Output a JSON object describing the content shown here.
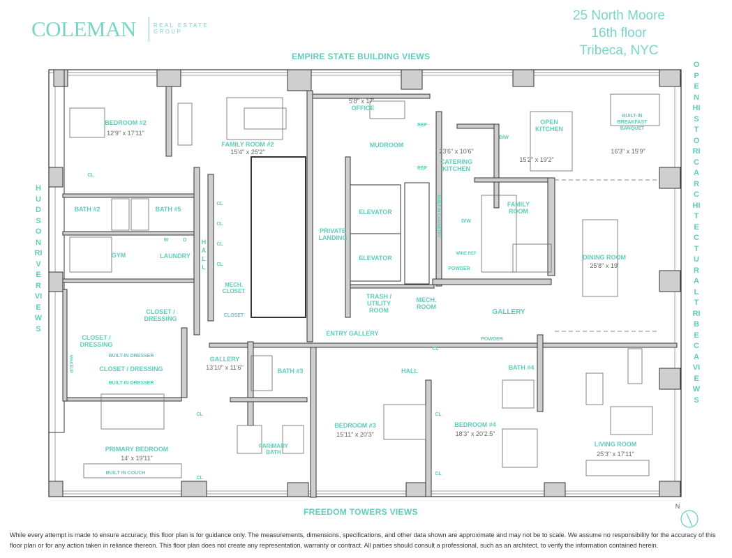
{
  "brand": {
    "name": "COLEMAN",
    "sub_line1": "REAL ESTATE",
    "sub_line2": "GROUP"
  },
  "address": {
    "line1": "25 North Moore",
    "line2": "16th floor",
    "line3": "Tribeca, NYC"
  },
  "views": {
    "top": "EMPIRE STATE BUILDING VIEWS",
    "bottom": "FREEDOM TOWERS VIEWS",
    "left": "HUDSON RIVER VIEWS",
    "right": "OPEN HISTORIC ARCHITECTURAL TRIBECA VIEWS"
  },
  "compass": "N",
  "rooms": {
    "bedroom2": {
      "name": "BEDROOM #2",
      "dims": "12'9\" x 17'11\""
    },
    "family_room2": {
      "name": "FAMILY ROOM #2",
      "dims": "15'4\" x 25'2\""
    },
    "office": {
      "name": "OFFICE",
      "dims": "5'8\" x 17'"
    },
    "mudroom": {
      "name": "MUDROOM"
    },
    "catering_kitchen": {
      "name1": "CATERING",
      "name2": "KITCHEN",
      "dims": "23'6\" x 10'6\""
    },
    "open_kitchen": {
      "name1": "OPEN",
      "name2": "KITCHEN",
      "dims": "15'2\" x 19'2\""
    },
    "banquet": {
      "name1": "BUILT-IN",
      "name2": "BREAKFAST",
      "name3": "BANQUET",
      "dims": "16'3\" x 15'9\""
    },
    "bath2": {
      "name": "BATH #2"
    },
    "bath5": {
      "name": "BATH #5"
    },
    "gym": {
      "name": "GYM"
    },
    "laundry": {
      "name": "LAUNDRY"
    },
    "hall_vertical": {
      "name": "HALL"
    },
    "mech_closet": {
      "name1": "MECH.",
      "name2": "CLOSET"
    },
    "closet": {
      "name": "CLOSET"
    },
    "private_landing": {
      "name1": "PRIVATE",
      "name2": "LANDING"
    },
    "elevator1": {
      "name": "ELEVATOR"
    },
    "elevator2": {
      "name": "ELEVATOR"
    },
    "trash": {
      "name1": "TRASH /",
      "name2": "UTILITY",
      "name3": "ROOM"
    },
    "mech_room": {
      "name1": "MECH.",
      "name2": "ROOM"
    },
    "family_room": {
      "name1": "FAMILY",
      "name2": "ROOM"
    },
    "powder1": {
      "name": "POWDER"
    },
    "dining_room": {
      "name": "DINING ROOM",
      "dims": "25'8\" x 19'"
    },
    "gallery_east": {
      "name": "GALLERY"
    },
    "closet_dressing1": {
      "name1": "CLOSET /",
      "name2": "DRESSING"
    },
    "closet_dressing2": {
      "name1": "CLOSET /",
      "name2": "DRESSING"
    },
    "closet_dressing3": {
      "name": "CLOSET / DRESSING"
    },
    "built_in_dresser1": {
      "name": "BUILT-IN DRESSER"
    },
    "built_in_dresser2": {
      "name": "BUILT-IN DRESSER"
    },
    "makeup": {
      "name": "MAKEUP"
    },
    "entry_gallery": {
      "name": "ENTRY GALLERY"
    },
    "gallery_west": {
      "name": "GALLERY",
      "dims": "13'10\" x 11'6\""
    },
    "bath3": {
      "name": "BATH #3"
    },
    "hall": {
      "name": "HALL"
    },
    "powder2": {
      "name": "POWDER"
    },
    "bath4": {
      "name": "BATH #4"
    },
    "bedroom3": {
      "name": "BEDROOM #3",
      "dims": "15'11\" x 20'3\""
    },
    "bedroom4": {
      "name": "BEDROOM #4",
      "dims": "18'3\" x 20'2.5\""
    },
    "living_room": {
      "name": "LIVING ROOM",
      "dims": "25'3\" x 17'11\""
    },
    "primary_bedroom": {
      "name": "PRIMARY BEDROOM",
      "dims": "14' x 19'11\""
    },
    "primary_bath": {
      "name1": "PARIMARY",
      "name2": "BATH"
    },
    "built_in_couch": {
      "name": "BUILT IN COUCH"
    }
  },
  "small_labels": {
    "cl": "CL",
    "ref": "REF",
    "dw": "D/W",
    "wine_ref": "WINE REF",
    "w": "W",
    "d": "D",
    "built_in_cabinetry": "BUILT IN CABINETRY"
  },
  "disclaimer": "While every attempt is made to ensure accuracy, this floor plan is for guidance only. The measurements, dimensions, specifications, and other data shown are approximate and may not be to scale.  We assume no responsibility for the accuracy of this floor plan or for any action taken in reliance thereon. This floor plan does not create any representation, warranty or contract. All parties should consult a professional, such as an architect, to verify the information contained herein.",
  "colors": {
    "accent": "#5fcdb8",
    "wall": "#c9c9c9",
    "line": "#333333"
  }
}
